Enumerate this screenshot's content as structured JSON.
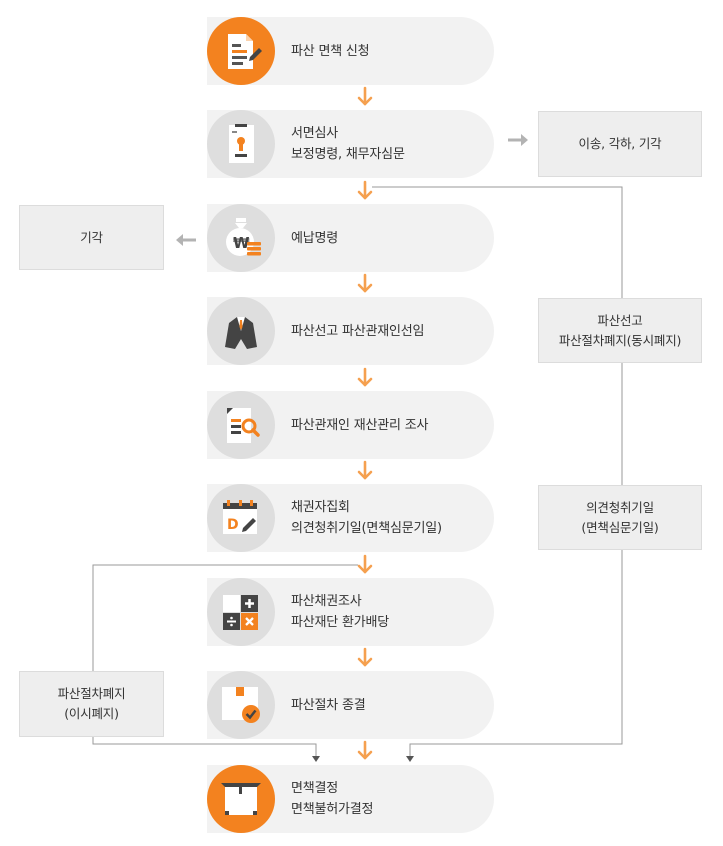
{
  "steps": [
    {
      "lines": [
        "파산 면책 신청"
      ],
      "icon": "document-edit-icon",
      "accent": "#f3821f"
    },
    {
      "lines": [
        "서면심사",
        "보정명령, 채무자심문"
      ],
      "icon": "document-seal-icon"
    },
    {
      "lines": [
        "예납명령"
      ],
      "icon": "money-bag-won-icon"
    },
    {
      "lines": [
        "파산선고 파산관재인선임"
      ],
      "icon": "suit-icon"
    },
    {
      "lines": [
        "파산관재인 재산관리 조사"
      ],
      "icon": "document-search-icon"
    },
    {
      "lines": [
        "채권자집회",
        "의견청취기일(면책심문기일)"
      ],
      "icon": "calendar-edit-icon"
    },
    {
      "lines": [
        "파산채권조사",
        "파산재단 환가배당"
      ],
      "icon": "calculator-icon"
    },
    {
      "lines": [
        "파산절차 종결"
      ],
      "icon": "box-check-icon"
    },
    {
      "lines": [
        "면책결정",
        "면책불허가결정"
      ],
      "icon": "briefcase-icon",
      "accent": "#f3821f"
    }
  ],
  "side_boxes": {
    "dismiss_transfer": {
      "lines": [
        "이송, 각하, 기각"
      ]
    },
    "dismiss": {
      "lines": [
        "기각"
      ]
    },
    "abolition_simultaneous": {
      "lines": [
        "파산선고",
        "파산절차폐지(동시폐지)"
      ]
    },
    "hearing": {
      "lines": [
        "의견청취기일",
        "(면책심문기일)"
      ]
    },
    "abolition_after": {
      "lines": [
        "파산절차폐지",
        "(이시폐지)"
      ]
    }
  },
  "colors": {
    "accent_orange": "#f3821f",
    "arrow_orange": "#f5a04f",
    "step_bg": "#f2f2f2",
    "icon_circle": "#dedede",
    "side_box_bg": "#eeeeee",
    "gray_arrow": "#b3b3b3",
    "line_gray": "#9a9a9a"
  }
}
